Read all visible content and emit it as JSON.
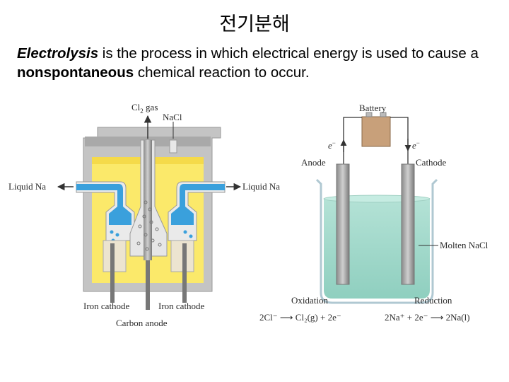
{
  "title": "전기분해",
  "description": {
    "term": "Electrolysis",
    "part1": " is the process in which electrical energy is used to cause a ",
    "emphasis": "nonspontaneous",
    "part2": " chemical reaction to occur."
  },
  "downs_cell": {
    "cl2_gas": "Cl",
    "cl2_sub": "2",
    "cl2_suffix": " gas",
    "nacl": "NaCl",
    "liquid_na_left": "Liquid Na",
    "liquid_na_right": "Liquid Na",
    "iron_cathode_left": "Iron cathode",
    "iron_cathode_right": "Iron cathode",
    "carbon_anode": "Carbon anode"
  },
  "electrolysis_cell": {
    "battery": "Battery",
    "electron_left": "e",
    "electron_right": "e",
    "electron_sup": "−",
    "anode": "Anode",
    "cathode": "Cathode",
    "molten_nacl": "Molten NaCl",
    "oxidation": "Oxidation",
    "reduction": "Reduction",
    "oxidation_eq": "2Cl⁻ ⟶ Cl₂(g) + 2e⁻",
    "reduction_eq": "2Na⁺ + 2e⁻ ⟶ 2Na(l)"
  },
  "colors": {
    "molten_salt": "#fbe96a",
    "sodium_tube": "#3aa0dc",
    "gray_housing": "#c0c0c0",
    "electrolyte": "#9ed6c8",
    "battery": "#c8a07a"
  }
}
